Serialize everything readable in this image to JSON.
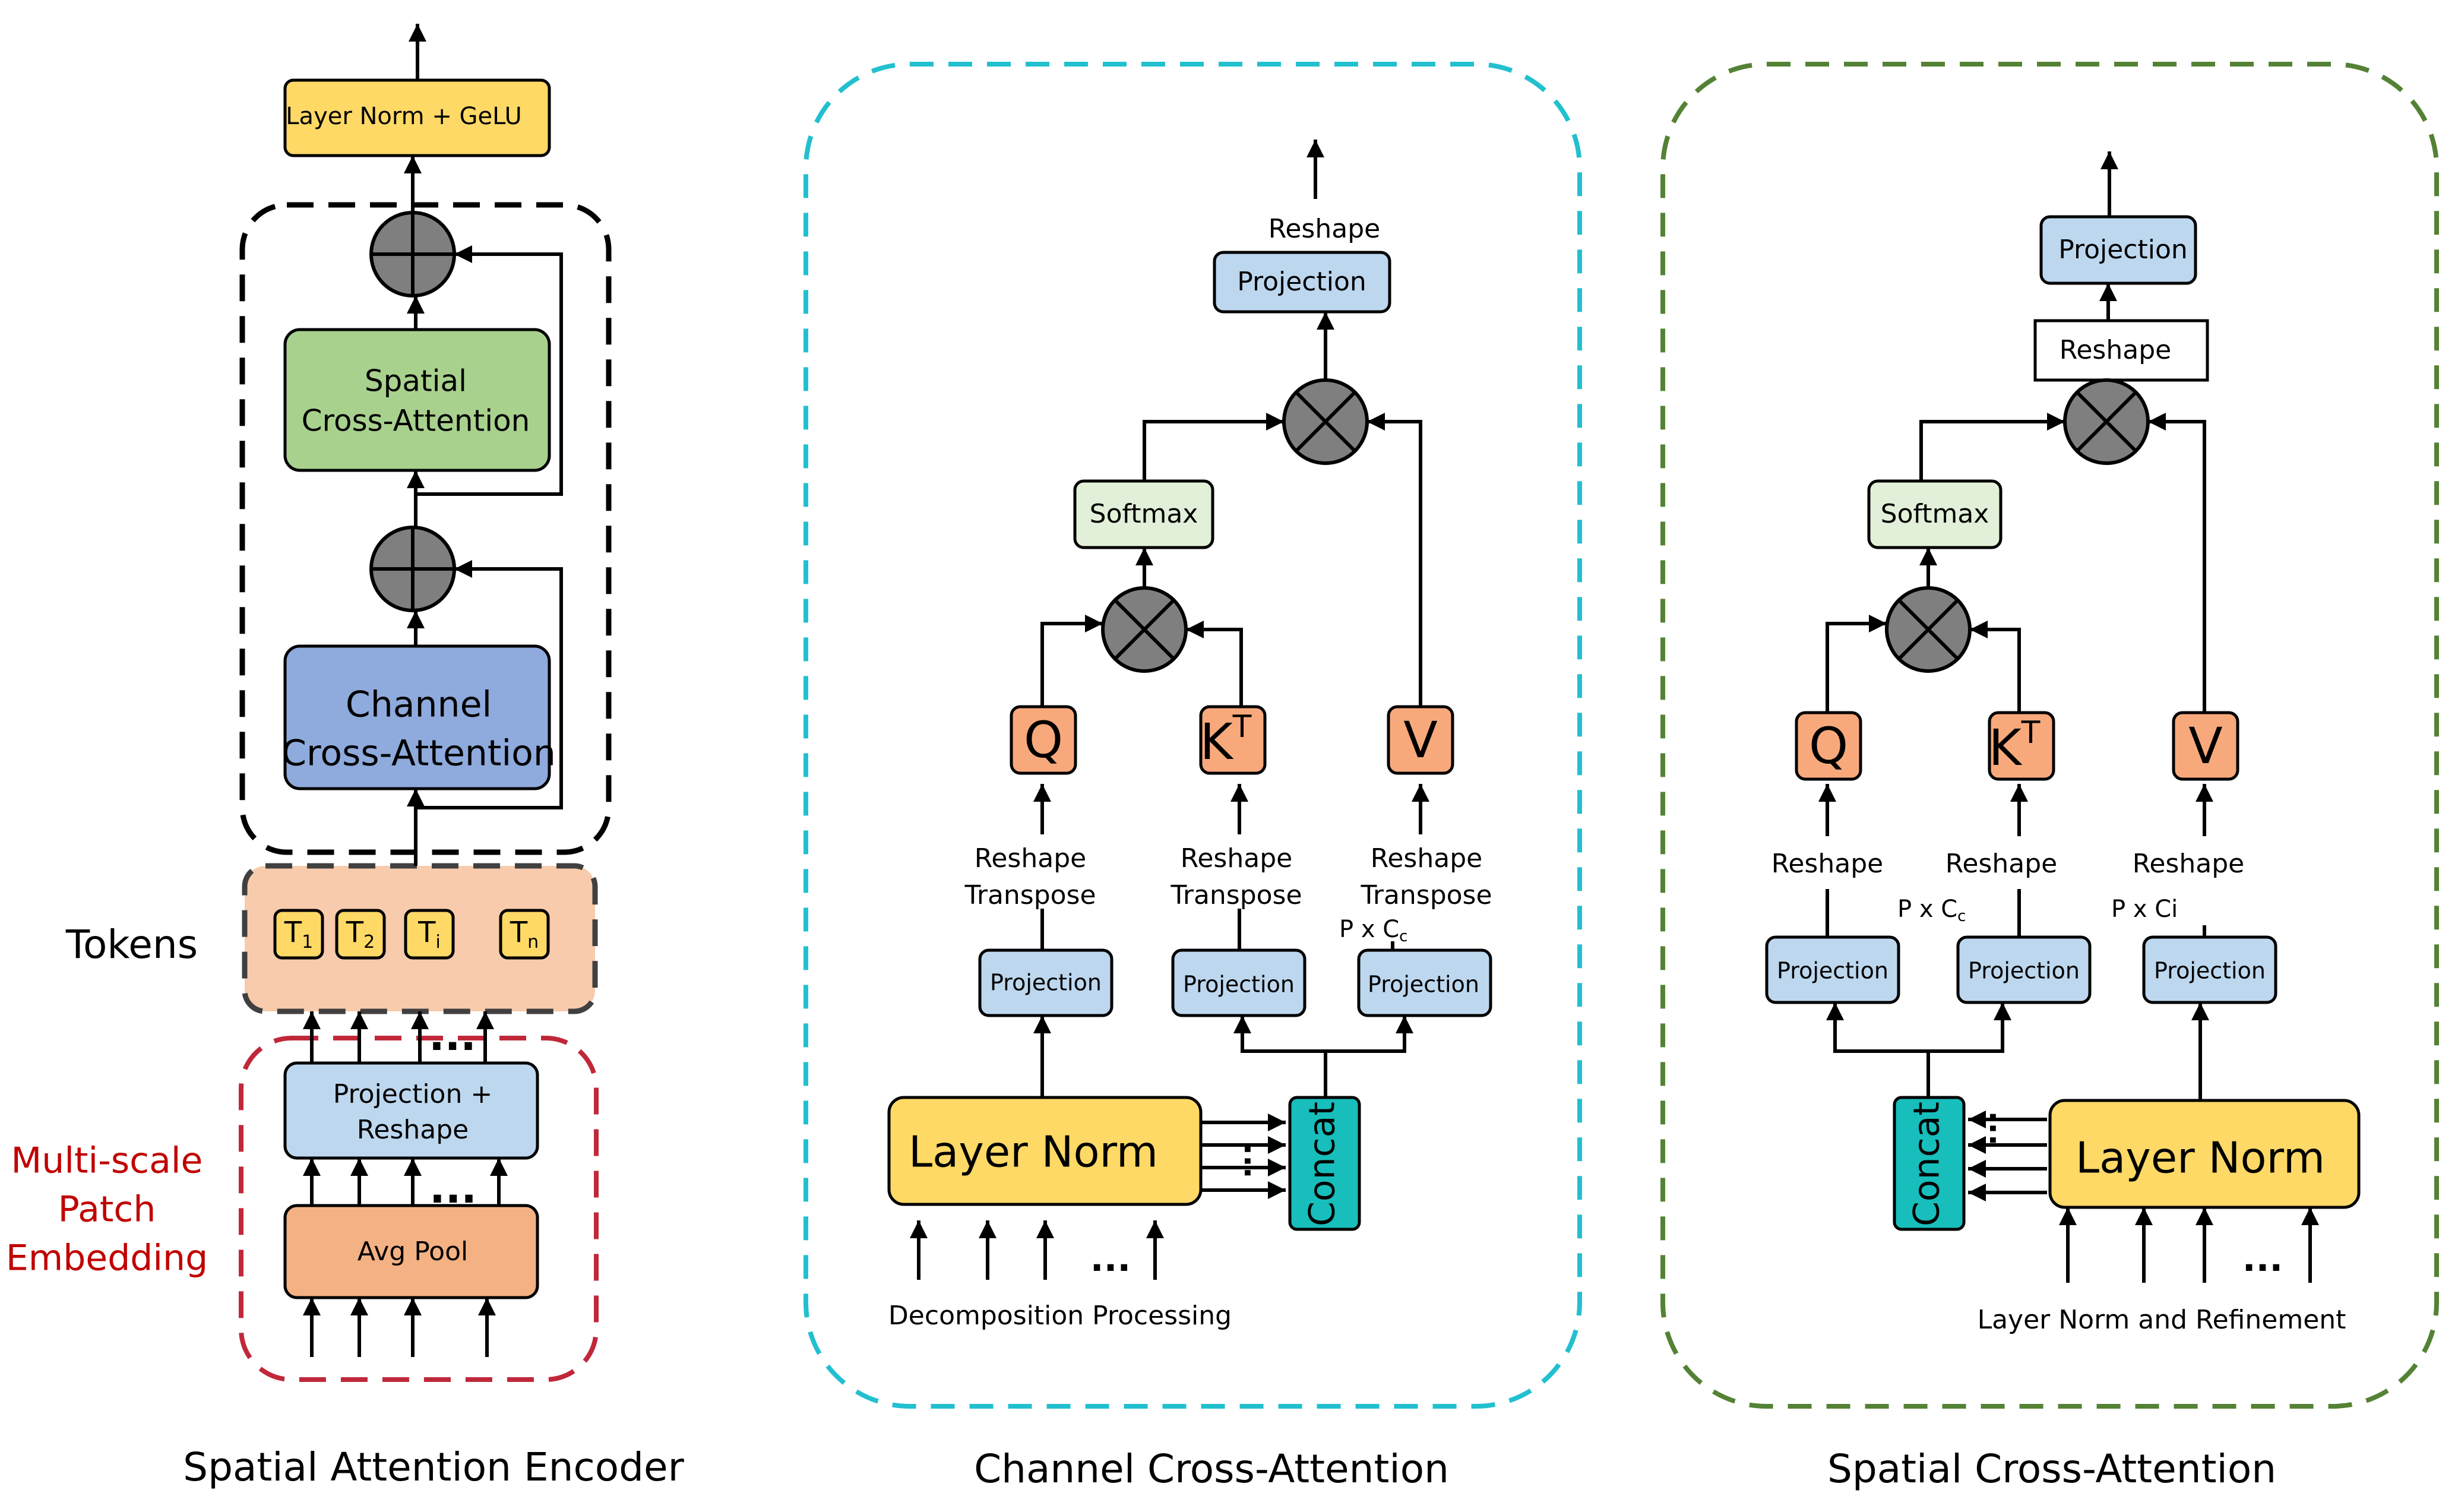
{
  "colors": {
    "yellow": "#FFD966",
    "green": "#A9D18E",
    "blue": "#8FAADC",
    "light_blue": "#BDD7EE",
    "orange": "#F4B183",
    "qkv_orange": "#F8A97C",
    "peach": "#F8CBAD",
    "softmax_green": "#E2F0D9",
    "teal": "#17BEBB",
    "cyan_border": "#22C0CF",
    "green_border": "#548235",
    "red_border": "#C0283A",
    "red_text": "#C00000",
    "operator_gray": "#7F7F7F"
  },
  "encoder": {
    "caption": "Spatial Attention Encoder",
    "layer_norm_gelu": "Layer Norm + GeLU",
    "spatial_ca_line1": "Spatial",
    "spatial_ca_line2": "Cross-Attention",
    "channel_ca_line1": "Channel",
    "channel_ca_line2": "Cross-Attention",
    "tokens_label": "Tokens",
    "tokens": [
      {
        "base": "T",
        "sub": "1"
      },
      {
        "base": "T",
        "sub": "2"
      },
      {
        "base": "T",
        "sub": "i"
      },
      {
        "base": "T",
        "sub": "n"
      }
    ],
    "projection_line1": "Projection +",
    "projection_line2": "Reshape",
    "avg_pool": "Avg Pool",
    "multiscale_line1": "Multi-scale",
    "multiscale_line2": "Patch",
    "multiscale_line3": "Embedding",
    "ellipsis": "..."
  },
  "channel_ca": {
    "caption": "Channel Cross-Attention",
    "reshape_top": "Reshape",
    "projection_top": "Projection",
    "softmax": "Softmax",
    "q": "Q",
    "k": "K",
    "k_sup": "T",
    "v": "V",
    "reshape_q": "Reshape",
    "transpose_q": "Transpose",
    "reshape_k": "Reshape",
    "transpose_k": "Transpose",
    "reshape_v": "Reshape",
    "transpose_v": "Transpose",
    "dim_label": "P x C",
    "dim_sub": "c",
    "projection_q": "Projection",
    "projection_k": "Projection",
    "projection_v": "Projection",
    "layer_norm": "Layer Norm",
    "concat": "Concat",
    "bottom_label": "Decomposition Processing",
    "ellipsis": "..."
  },
  "spatial_ca": {
    "caption": "Spatial Cross-Attention",
    "projection_top": "Projection",
    "reshape_top": "Reshape",
    "softmax": "Softmax",
    "q": "Q",
    "k": "K",
    "k_sup": "T",
    "v": "V",
    "reshape_q": "Reshape",
    "reshape_k": "Reshape",
    "reshape_v": "Reshape",
    "dim_k_label": "P x C",
    "dim_k_sub": "c",
    "dim_v_label": "P x Ci",
    "projection_q": "Projection",
    "projection_k": "Projection",
    "projection_v": "Projection",
    "concat": "Concat",
    "layer_norm": "Layer Norm",
    "bottom_label": "Layer Norm and Refinement",
    "ellipsis": "..."
  }
}
